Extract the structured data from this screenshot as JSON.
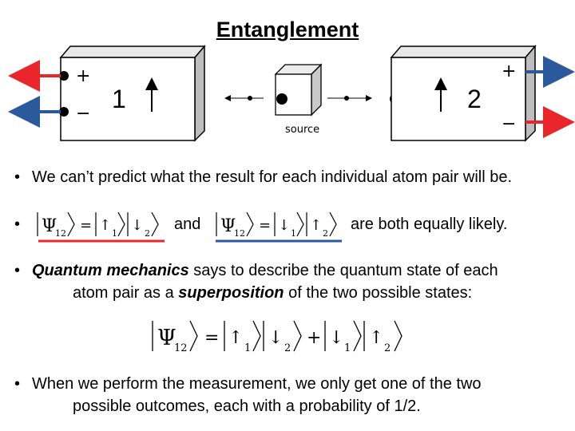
{
  "title": "Entanglement",
  "diagram": {
    "detector_1_label": "1",
    "detector_2_label": "2",
    "plus_sign": "+",
    "minus_sign": "−",
    "source_label": "source",
    "colors": {
      "red": "#e8262b",
      "blue": "#2a5a9b"
    }
  },
  "bullets": [
    {
      "text": "We can’t predict what the result for each individual atom pair will be."
    },
    {
      "and_text": "and",
      "tail_text": "are both equally likely."
    },
    {
      "lead_bold_italic": "Quantum mechanics",
      "mid1": " says to describe the quantum state of each",
      "line2_pre": "atom pair as a ",
      "line2_bold_italic": "superposition",
      "line2_post": " of the two possible states:"
    },
    {
      "line1": "When we perform the measurement, we only get one of the two",
      "line2": "possible outcomes, each with a probability of 1/2."
    }
  ],
  "equations": {
    "psi": "Ψ",
    "sub12": "12",
    "sub1": "1",
    "sub2": "2",
    "up": "↑",
    "down": "↓",
    "equals": "=",
    "plus": "+"
  }
}
